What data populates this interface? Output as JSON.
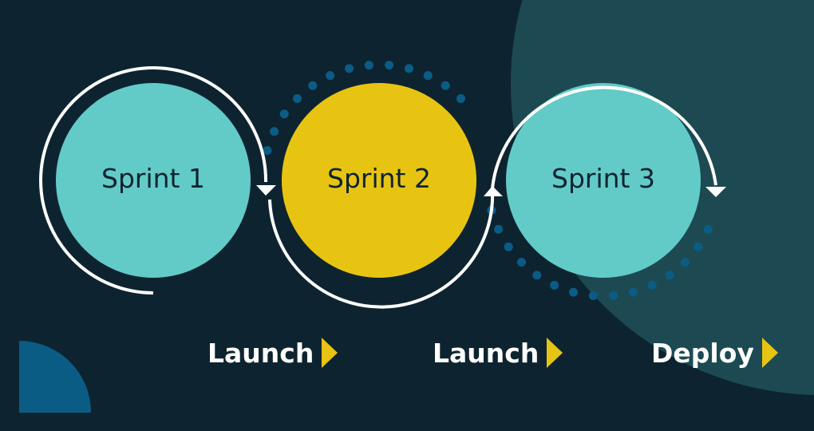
{
  "sprints": [
    {
      "label": "Sprint 1",
      "fill": "#62cbc8"
    },
    {
      "label": "Sprint 2",
      "fill": "#e8c412"
    },
    {
      "label": "Sprint 3",
      "fill": "#62cbc8"
    }
  ],
  "steps": [
    {
      "label": "Launch",
      "icon": "triangle-right-icon"
    },
    {
      "label": "Launch",
      "icon": "triangle-right-icon"
    },
    {
      "label": "Deploy",
      "icon": "triangle-right-icon"
    }
  ],
  "colors": {
    "background": "#0d2430",
    "corner_shape": "#1d4a52",
    "quarter_circle": "#0b5c85",
    "dots": "#0b5c85",
    "arrow": "#ffffff",
    "step_icon": "#e8c412"
  }
}
